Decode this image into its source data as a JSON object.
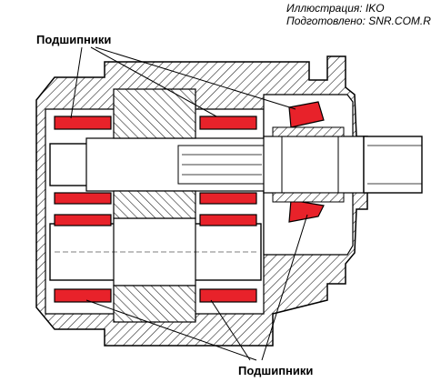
{
  "credits": {
    "illustration": "Иллюстрация: IKO",
    "prepared": "Подготовлено: SNR.COM.RU"
  },
  "labels": {
    "top": "Подшипники",
    "bottom": "Подшипники"
  },
  "colors": {
    "bearing": "#e8222a",
    "outline": "#000000",
    "hatch": "#222222",
    "background": "#ffffff"
  }
}
